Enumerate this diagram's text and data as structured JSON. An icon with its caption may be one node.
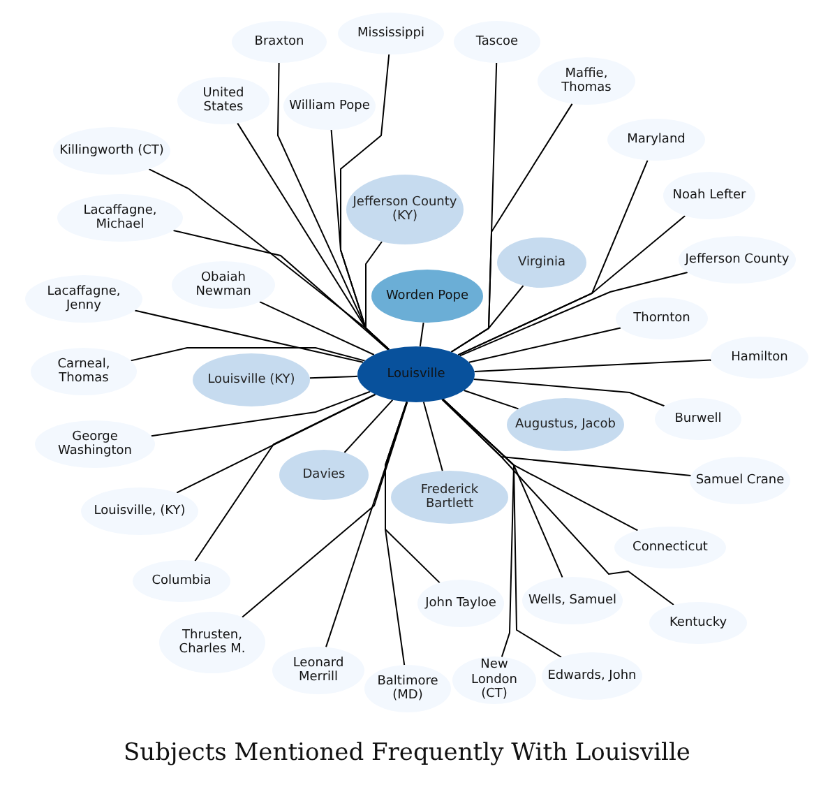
{
  "diagram": {
    "title": "Subjects Mentioned Frequently With Louisville",
    "nodes": [
      {
        "text": [
          "Braxton"
        ]
      },
      {
        "text": [
          "Mississippi"
        ]
      },
      {
        "text": [
          "Tascoe"
        ]
      },
      {
        "text": [
          "Maffie, Thomas"
        ]
      },
      {
        "text": [
          "United States"
        ]
      },
      {
        "text": [
          "William Pope"
        ]
      },
      {
        "text": [
          "Maryland"
        ]
      },
      {
        "text": [
          "Killingworth (CT)"
        ]
      },
      {
        "text": [
          "Noah Lefter"
        ]
      },
      {
        "text": [
          "Jefferson County (KY)"
        ]
      },
      {
        "text": [
          "Lacaffagne, Michael"
        ]
      },
      {
        "text": [
          "Jefferson County"
        ]
      },
      {
        "text": [
          "Virginia"
        ]
      },
      {
        "text": [
          "Thornton"
        ]
      },
      {
        "text": [
          "Obaiah Newman"
        ]
      },
      {
        "text": [
          "Lacaffagne, Jenny"
        ]
      },
      {
        "text": [
          "Worden Pope"
        ]
      },
      {
        "text": [
          "Hamilton"
        ]
      },
      {
        "text": [
          "Louisville"
        ]
      },
      {
        "text": [
          "Carneal, Thomas"
        ]
      },
      {
        "text": [
          "Louisville (KY)"
        ]
      },
      {
        "text": [
          "Burwell"
        ]
      },
      {
        "text": [
          "Augustus, Jacob"
        ]
      },
      {
        "text": [
          "George Washington"
        ]
      },
      {
        "text": [
          "Samuel Crane"
        ]
      },
      {
        "text": [
          "Davies"
        ]
      },
      {
        "text": [
          "Frederick Bartlett"
        ]
      },
      {
        "text": [
          "Louisville, (KY)"
        ]
      },
      {
        "text": [
          "Connecticut"
        ]
      },
      {
        "text": [
          "Columbia"
        ]
      },
      {
        "text": [
          "Wells, Samuel"
        ]
      },
      {
        "text": [
          "Kentucky"
        ]
      },
      {
        "text": [
          "Thrusten, Charles M."
        ]
      },
      {
        "text": [
          "Leonard Merrill"
        ]
      },
      {
        "text": [
          "Baltimore (MD)"
        ]
      },
      {
        "text": [
          "John Tayloe"
        ]
      },
      {
        "text": [
          "Edwards, John"
        ]
      },
      {
        "text": [
          "New London (CT)"
        ]
      }
    ],
    "edges": [
      {
        "from": 18,
        "to": 0,
        "arrow": "none"
      },
      {
        "from": 18,
        "to": 1,
        "arrow": "none"
      },
      {
        "from": 18,
        "to": 2,
        "arrow": "none"
      },
      {
        "from": 18,
        "to": 3,
        "arrow": "none"
      },
      {
        "from": 18,
        "to": 4,
        "arrow": "none"
      },
      {
        "from": 18,
        "to": 5,
        "arrow": "none"
      },
      {
        "from": 18,
        "to": 6,
        "arrow": "none"
      },
      {
        "from": 18,
        "to": 7,
        "arrow": "none"
      },
      {
        "from": 18,
        "to": 8,
        "arrow": "none"
      },
      {
        "from": 18,
        "to": 9,
        "arrow": "none"
      },
      {
        "from": 18,
        "to": 10,
        "arrow": "none"
      },
      {
        "from": 18,
        "to": 11,
        "arrow": "none"
      },
      {
        "from": 18,
        "to": 12,
        "arrow": "none"
      },
      {
        "from": 18,
        "to": 13,
        "arrow": "none"
      },
      {
        "from": 18,
        "to": 14,
        "arrow": "none"
      },
      {
        "from": 18,
        "to": 15,
        "arrow": "none"
      },
      {
        "from": 18,
        "to": 16,
        "arrow": "none"
      },
      {
        "from": 18,
        "to": 17,
        "arrow": "none"
      },
      {
        "from": 18,
        "to": 19,
        "arrow": "none"
      },
      {
        "from": 18,
        "to": 20,
        "arrow": "none"
      },
      {
        "from": 18,
        "to": 21,
        "arrow": "none"
      },
      {
        "from": 18,
        "to": 22,
        "arrow": "none"
      },
      {
        "from": 18,
        "to": 23,
        "arrow": "none"
      },
      {
        "from": 18,
        "to": 24,
        "arrow": "none"
      },
      {
        "from": 18,
        "to": 25,
        "arrow": "none"
      },
      {
        "from": 18,
        "to": 26,
        "arrow": "none"
      },
      {
        "from": 18,
        "to": 27,
        "arrow": "none"
      },
      {
        "from": 18,
        "to": 28,
        "arrow": "none"
      },
      {
        "from": 18,
        "to": 29,
        "arrow": "none"
      },
      {
        "from": 18,
        "to": 30,
        "arrow": "none"
      },
      {
        "from": 18,
        "to": 31,
        "arrow": "none"
      },
      {
        "from": 18,
        "to": 32,
        "arrow": "none"
      },
      {
        "from": 18,
        "to": 33,
        "arrow": "none"
      },
      {
        "from": 18,
        "to": 34,
        "arrow": "none"
      },
      {
        "from": 18,
        "to": 35,
        "arrow": "none"
      },
      {
        "from": 18,
        "to": 36,
        "arrow": "none"
      },
      {
        "from": 18,
        "to": 37,
        "arrow": "none"
      }
    ]
  }
}
